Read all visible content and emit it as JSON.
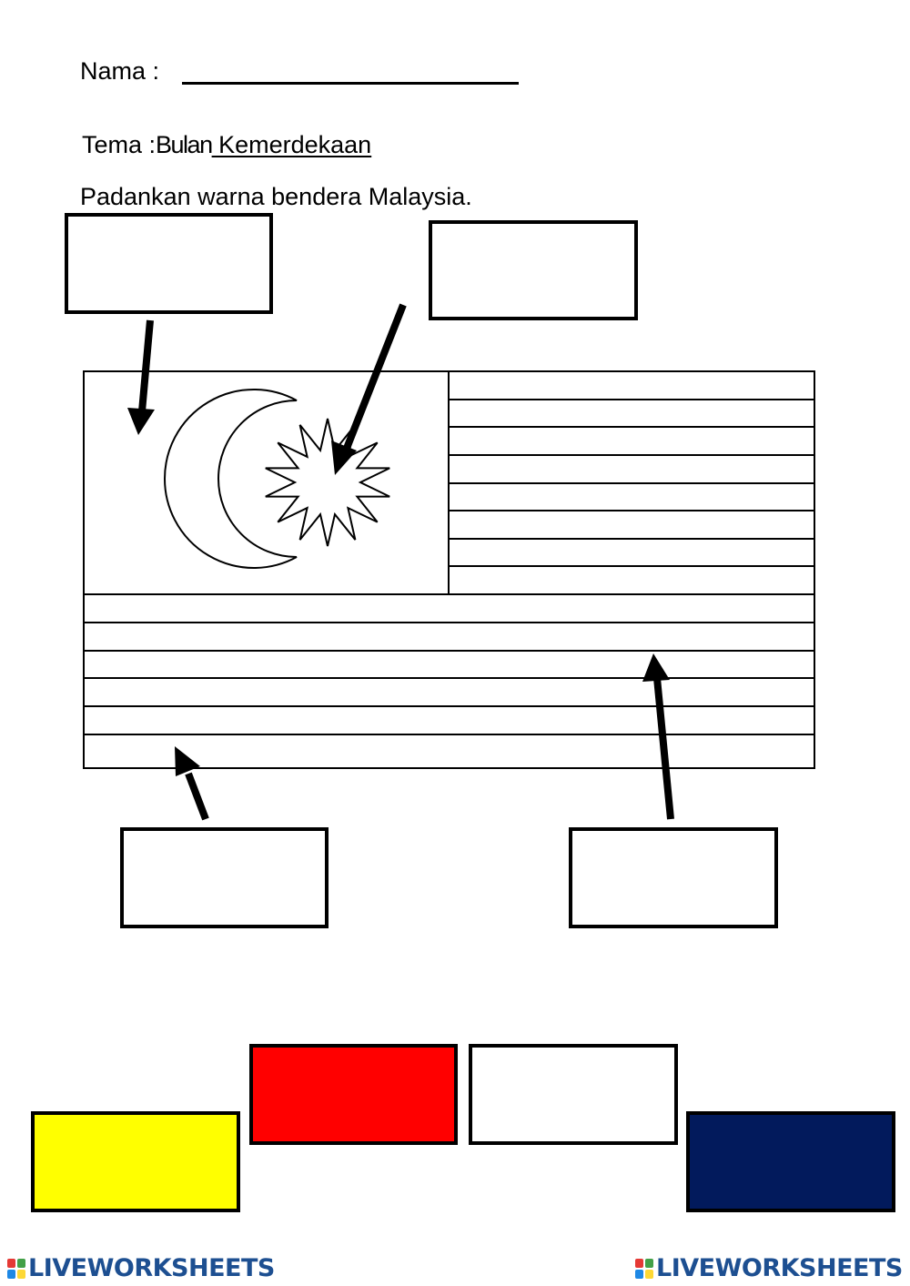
{
  "header": {
    "name_label": "Nama :",
    "tema_label": "Tema :",
    "tema_word1": "Bulan",
    "tema_word2": " Kemerdekaan",
    "instruction": "Padankan warna bendera Malaysia."
  },
  "answer_boxes": [
    "",
    "",
    "",
    ""
  ],
  "color_options": [
    {
      "label": "yellow",
      "color": "#FFFF00"
    },
    {
      "label": "red",
      "color": "#FF0000"
    },
    {
      "label": "white",
      "color": "#FFFFFF"
    },
    {
      "label": "navy blue",
      "color": "#021A5C"
    }
  ],
  "footer": {
    "brand": "LIVEWORKSHEETS",
    "logo_colors": [
      "#e53935",
      "#43a047",
      "#1e88e5",
      "#fdd835"
    ]
  }
}
